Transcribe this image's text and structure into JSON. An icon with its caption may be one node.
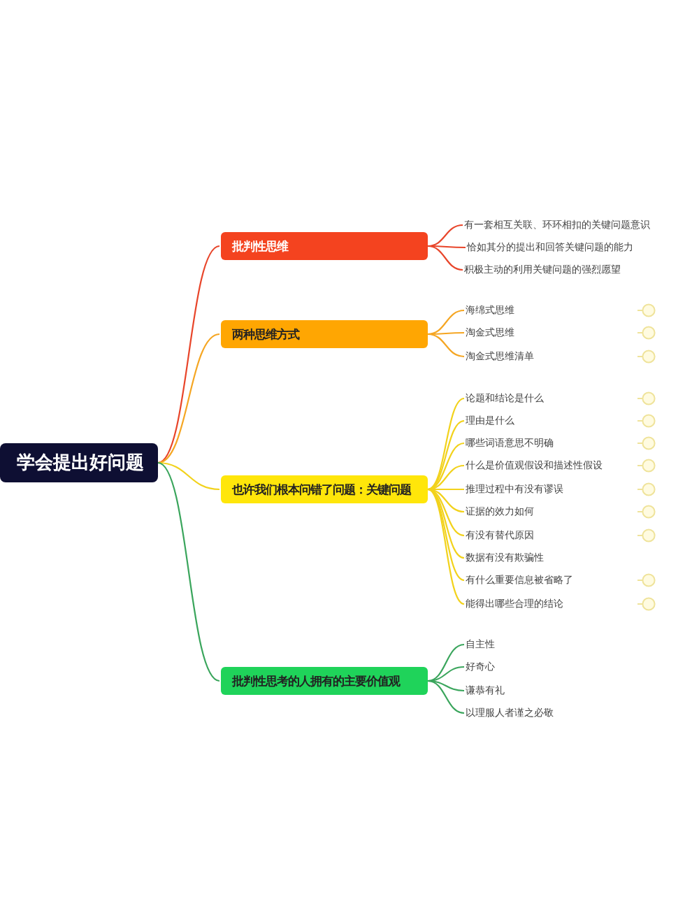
{
  "diagram": {
    "nodes": [
      {
        "text": [
          "学会提出好问题"
        ]
      },
      {
        "text": [
          "批判性思维"
        ]
      },
      {
        "text": [
          "有一套相互关联、环环相扣的关键问题意识"
        ]
      },
      {
        "text": [
          "恰如其分的提出和回答关键问题的能力"
        ]
      },
      {
        "text": [
          "积极主动的利用关键问题的强烈愿望"
        ]
      },
      {
        "text": [
          "两种思维方式"
        ]
      },
      {
        "text": [
          "海绵式思维"
        ]
      },
      {
        "text": [
          "淘金式思维"
        ]
      },
      {
        "text": [
          "淘金式思维清单"
        ]
      },
      {
        "text": [
          "也许我们根本问错了问题：关键问题"
        ]
      },
      {
        "text": [
          "论题和结论是什么"
        ]
      },
      {
        "text": [
          "理由是什么"
        ]
      },
      {
        "text": [
          "哪些词语意思不明确"
        ]
      },
      {
        "text": [
          "什么是价值观假设和描述性假设"
        ]
      },
      {
        "text": [
          "推理过程中有没有谬误"
        ]
      },
      {
        "text": [
          "证据的效力如何"
        ]
      },
      {
        "text": [
          "有没有替代原因"
        ]
      },
      {
        "text": [
          "数据有没有欺骗性"
        ]
      },
      {
        "text": [
          "有什么重要信息被省略了"
        ]
      },
      {
        "text": [
          "能得出哪些合理的结论"
        ]
      },
      {
        "text": [
          "批判性思考的人拥有的主要价值观"
        ]
      },
      {
        "text": [
          "自主性"
        ]
      },
      {
        "text": [
          "好奇心"
        ]
      },
      {
        "text": [
          "谦恭有礼"
        ]
      },
      {
        "text": [
          "以理服人者谨之必敬"
        ]
      }
    ],
    "edges": [
      {
        "from": 0,
        "to": 1,
        "arrow": "none",
        "color": "#e8452a"
      },
      {
        "from": 1,
        "to": 2,
        "arrow": "none",
        "color": "#e8452a"
      },
      {
        "from": 1,
        "to": 3,
        "arrow": "none",
        "color": "#e8452a"
      },
      {
        "from": 1,
        "to": 4,
        "arrow": "none",
        "color": "#e8452a"
      },
      {
        "from": 0,
        "to": 5,
        "arrow": "none",
        "color": "#f5a623"
      },
      {
        "from": 5,
        "to": 6,
        "arrow": "none",
        "color": "#f5a623"
      },
      {
        "from": 5,
        "to": 7,
        "arrow": "none",
        "color": "#f5a623"
      },
      {
        "from": 5,
        "to": 8,
        "arrow": "none",
        "color": "#f5a623"
      },
      {
        "from": 0,
        "to": 9,
        "arrow": "none"
      },
      {
        "from": 9,
        "to": 10,
        "arrow": "none"
      },
      {
        "from": 9,
        "to": 11,
        "arrow": "none"
      },
      {
        "from": 9,
        "to": 12,
        "arrow": "none"
      },
      {
        "from": 9,
        "to": 13,
        "arrow": "none"
      },
      {
        "from": 9,
        "to": 14,
        "arrow": "none"
      },
      {
        "from": 9,
        "to": 15,
        "arrow": "none"
      },
      {
        "from": 9,
        "to": 16,
        "arrow": "none"
      },
      {
        "from": 9,
        "to": 17,
        "arrow": "none"
      },
      {
        "from": 9,
        "to": 18,
        "arrow": "none"
      },
      {
        "from": 9,
        "to": 19,
        "arrow": "none"
      },
      {
        "from": 0,
        "to": 20,
        "arrow": "none",
        "color": "#3aa55c"
      },
      {
        "from": 20,
        "to": 21,
        "arrow": "none",
        "color": "#3aa55c"
      },
      {
        "from": 20,
        "to": 22,
        "arrow": "none",
        "color": "#3aa55c"
      },
      {
        "from": 20,
        "to": 23,
        "arrow": "none",
        "color": "#3aa55c"
      },
      {
        "from": 20,
        "to": 24,
        "arrow": "none",
        "color": "#3aa55c"
      }
    ]
  }
}
